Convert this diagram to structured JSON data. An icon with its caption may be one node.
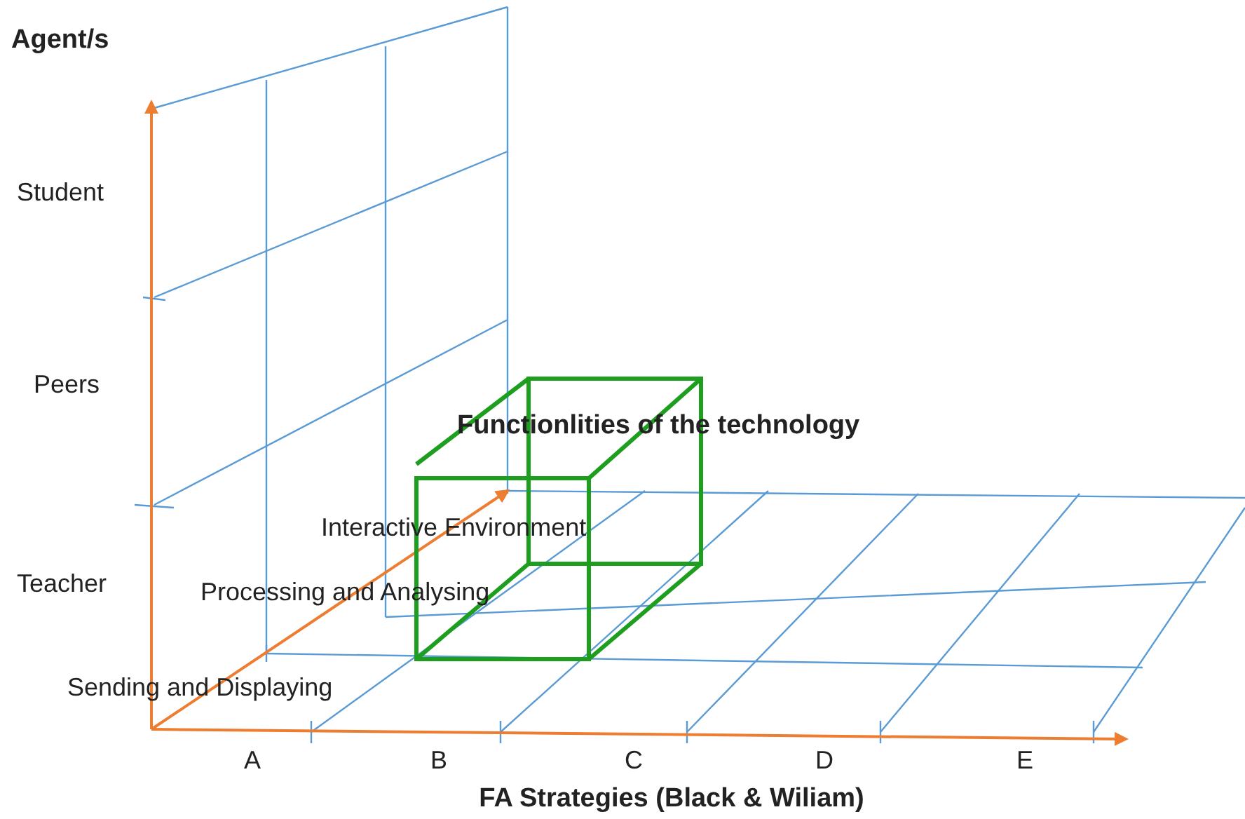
{
  "diagram": {
    "labels": [
      "Agent/s",
      "Student",
      "Peers",
      "Functionlities of the technology",
      "Interactive Environment",
      "Teacher",
      "Processing and Analysing",
      "Sending and Displaying",
      "A",
      "B",
      "C",
      "D",
      "E",
      "FA Strategies (Black & Wiliam)"
    ]
  }
}
